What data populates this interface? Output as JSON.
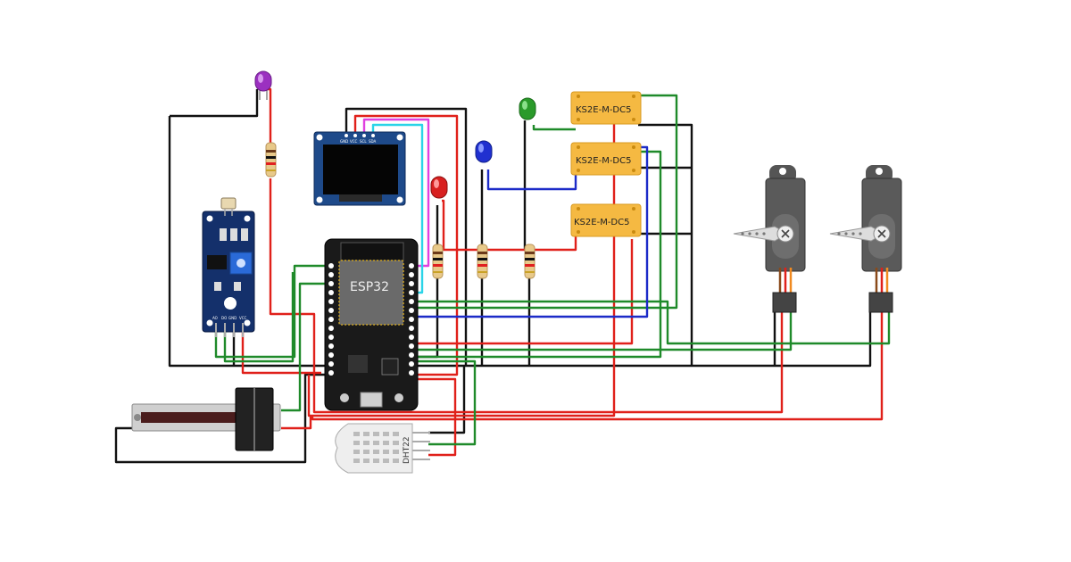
{
  "mcu": {
    "label": "ESP32"
  },
  "relays": [
    {
      "label": "KS2E-M-DC5"
    },
    {
      "label": "KS2E-M-DC5"
    },
    {
      "label": "KS2E-M-DC5"
    }
  ],
  "oled": {
    "pin_labels": [
      "GND",
      "VCC",
      "SCL",
      "SDA"
    ]
  },
  "sensor": {
    "label": "DHT22"
  },
  "ldr_module": {
    "pin_labels": [
      "AO",
      "DO",
      "GND",
      "VCC"
    ]
  },
  "colors": {
    "wire_red": "#e0201a",
    "wire_black": "#111111",
    "wire_green": "#1f8a2a",
    "wire_blue": "#1c2bc8",
    "wire_magenta": "#e040e0",
    "wire_cyan": "#2ad4e8",
    "relay_body": "#f5b942",
    "board_black": "#1a1a1a",
    "module_blue": "#14306b",
    "led_purple": "#9b30c0",
    "led_green": "#2a9a2a",
    "led_blue": "#2030d0",
    "led_red": "#d82020"
  }
}
